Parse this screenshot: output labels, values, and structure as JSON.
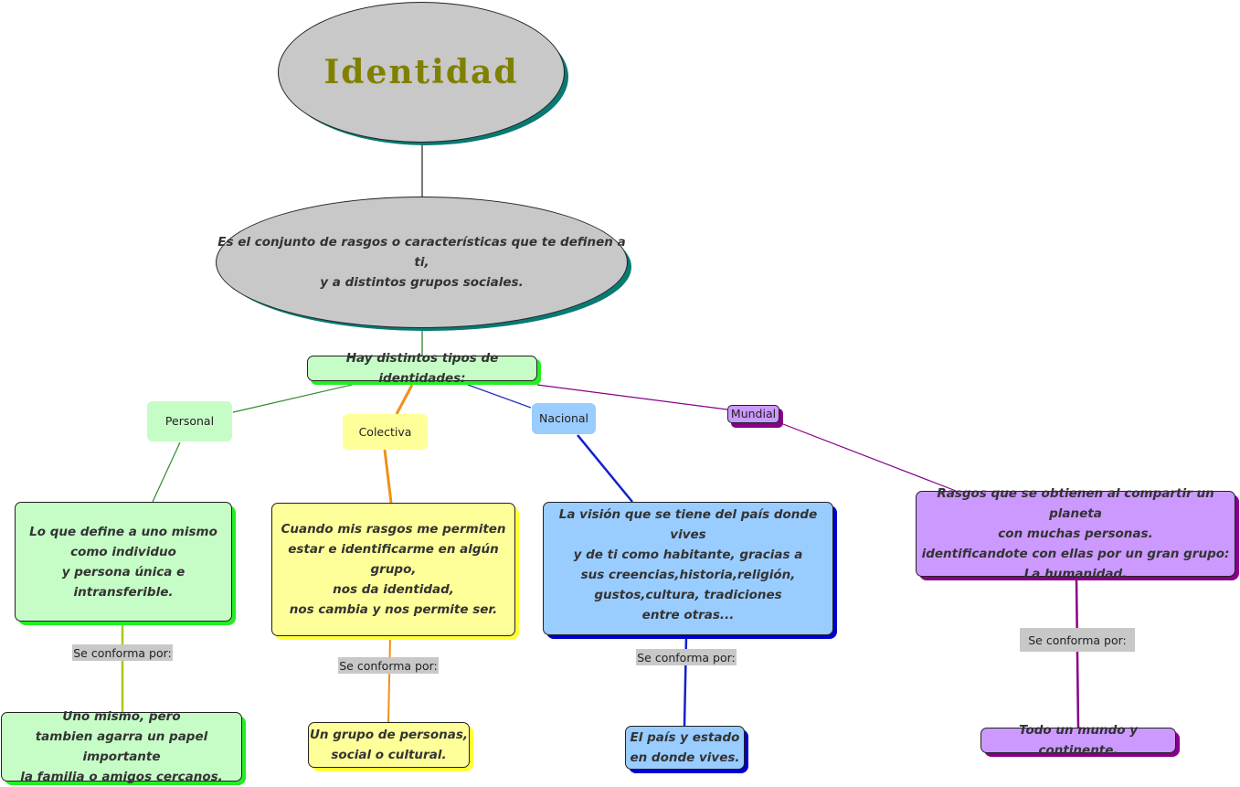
{
  "title": "Identidad",
  "definition": "Es el conjunto de rasgos o características que te definen a ti,\ny a distintos grupos sociales.",
  "types_header": "Hay distintos tipos de identidades:",
  "categories": {
    "personal": {
      "label": "Personal",
      "description": "Lo que define a uno mismo\ncomo individuo\ny persona única e intransferible.",
      "connector": "Se conforma por:",
      "example": "Uno mismo, pero\ntambien agarra un papel importante\nla familia o amigos cercanos."
    },
    "colectiva": {
      "label": "Colectiva",
      "description": "Cuando mis rasgos me permiten\nestar e identificarme en algún grupo,\nnos da identidad,\nnos cambia y nos permite ser.",
      "connector": "Se conforma por:",
      "example": "Un grupo de personas,\nsocial o cultural."
    },
    "nacional": {
      "label": "Nacional",
      "description": "La visión que se tiene del  país donde vives\ny de ti como habitante, gracias a\nsus creencias,historia,religión,\ngustos,cultura, tradiciones\nentre otras...",
      "connector": "Se conforma por:",
      "example": "El país y estado\nen donde vives."
    },
    "mundial": {
      "label": "Mundial",
      "description": "Rasgos que se obtienen al compartir un planeta\ncon muchas personas.\nidentificandote con ellas por un gran grupo:\nLa humanidad.",
      "connector": "Se conforma por:",
      "example": "Todo un mundo y continente."
    }
  },
  "colors": {
    "title_text": "#808000",
    "ellipse_fill": "#c8c8c8",
    "ellipse_shadow": "#087a74",
    "personal_fill": "#c6fdc6",
    "personal_shadow": "#22ee22",
    "colectiva_fill": "#ffff99",
    "colectiva_shadow": "#ffff33",
    "nacional_fill": "#99ccff",
    "nacional_shadow": "#0000cc",
    "mundial_fill": "#cc99ff",
    "mundial_shadow": "#880088"
  }
}
